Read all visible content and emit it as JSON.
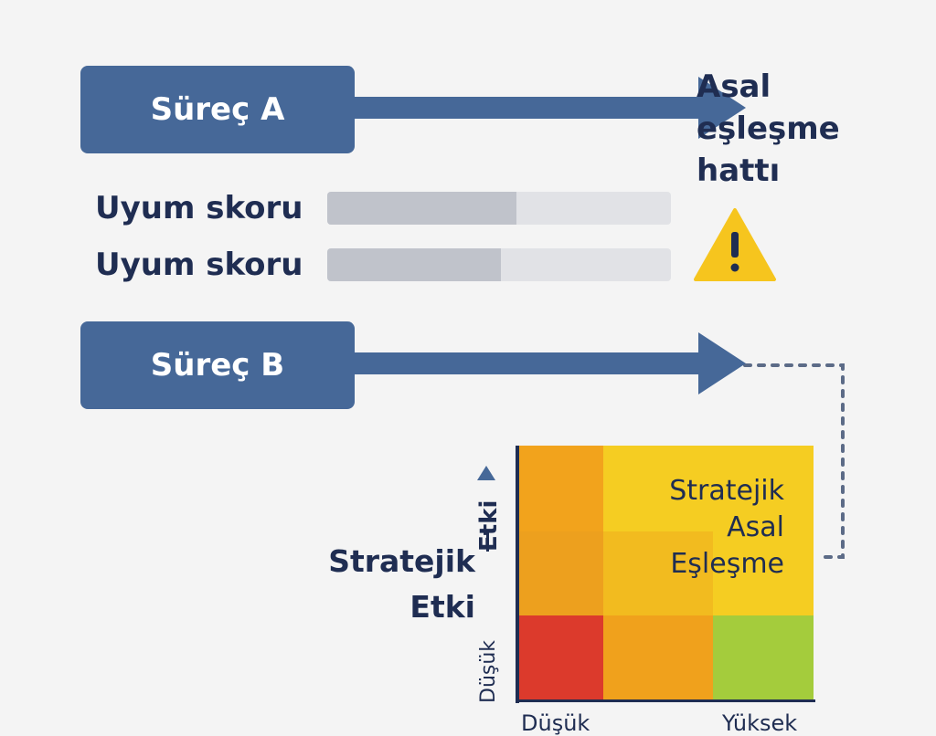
{
  "colors": {
    "process_blue": "#466898",
    "text_navy": "#1f2d52",
    "track_gray": "#e1e2e6",
    "fill_gray": "#c0c3cb",
    "warning_yellow": "#f6c51e",
    "matrix_red": "#dc3a2c",
    "matrix_orange": "#f0a11c",
    "matrix_yellow": "#f5cd22",
    "matrix_green": "#a4cc3c"
  },
  "process_a": {
    "label": "Süreç A"
  },
  "process_b": {
    "label": "Süreç B"
  },
  "alert": {
    "label": "Asal eşleşme hattı",
    "icon": "warning-triangle-icon"
  },
  "scores": [
    {
      "label": "Uyum skoru",
      "level": 0.55
    },
    {
      "label": "Uyum skoru",
      "level": 0.505
    }
  ],
  "matrix": {
    "title": "Stratejik Asal Eşleşme",
    "side_label": "Stratejik Etki",
    "y_axis": {
      "label": "Etki",
      "low": "Düşük"
    },
    "x_axis": {
      "low": "Düşük",
      "high": "Yüksek"
    }
  }
}
